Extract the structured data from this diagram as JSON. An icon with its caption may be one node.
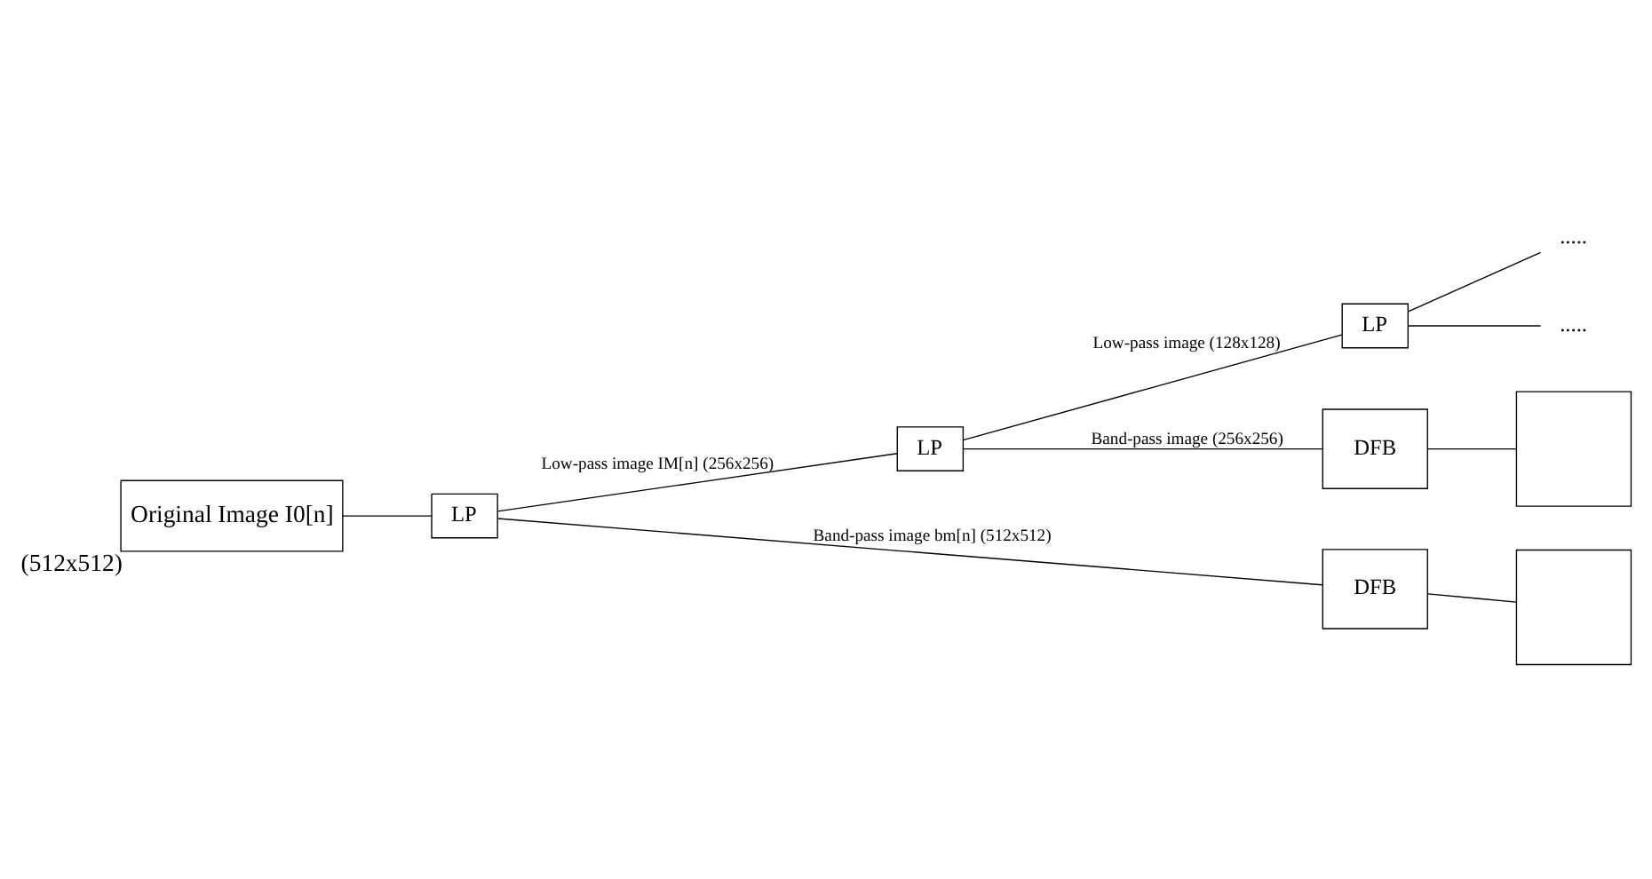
{
  "diagram": {
    "nodes": [
      {
        "text": [
          "Original Image I0[n]"
        ],
        "beside": [
          "(512x512)"
        ]
      },
      {
        "text": [
          "LP"
        ]
      },
      {
        "text": [
          "LP"
        ]
      },
      {
        "text": [
          "LP"
        ]
      },
      {
        "text": [
          "....."
        ]
      },
      {
        "text": [
          "....."
        ]
      },
      {
        "text": [
          "DFB"
        ]
      },
      {
        "text": [],
        "shape": "box"
      },
      {
        "text": [
          "DFB"
        ]
      },
      {
        "text": [],
        "shape": "box"
      }
    ],
    "edges": [
      {
        "from": 0,
        "to": 1,
        "arrow": "none"
      },
      {
        "from": 1,
        "to": 2,
        "arrow": "none",
        "label": "Low-pass image IM[n] (256x256)"
      },
      {
        "from": 1,
        "to": 8,
        "arrow": "none",
        "label": "Band-pass image bm[n] (512x512)"
      },
      {
        "from": 2,
        "to": 3,
        "arrow": "none",
        "label": "Low-pass image (128x128)"
      },
      {
        "from": 2,
        "to": 6,
        "arrow": "none",
        "label": "Band-pass image (256x256)"
      },
      {
        "from": 3,
        "to": 4,
        "arrow": "none"
      },
      {
        "from": 3,
        "to": 5,
        "arrow": "none"
      },
      {
        "from": 6,
        "to": 7,
        "arrow": "none"
      },
      {
        "from": 8,
        "to": 9,
        "arrow": "none"
      }
    ]
  }
}
